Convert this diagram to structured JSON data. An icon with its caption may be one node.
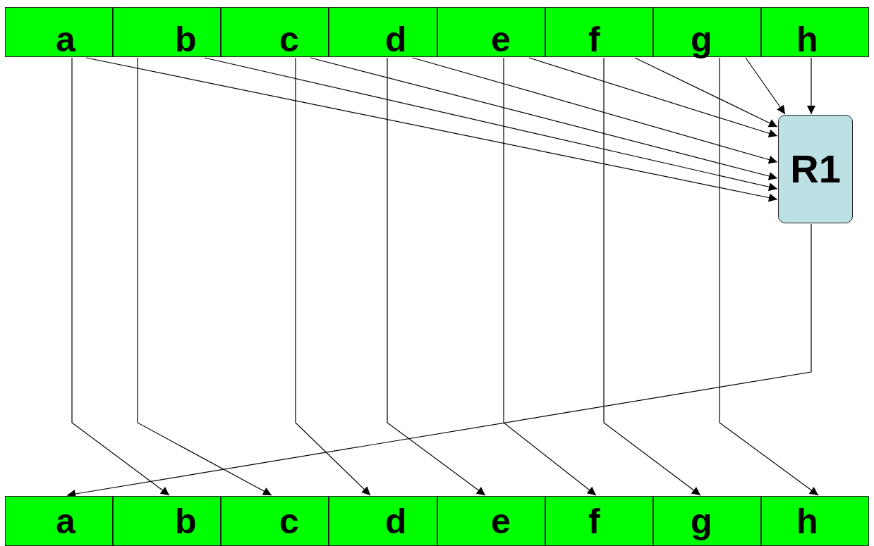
{
  "diagram": {
    "nodes": [
      {
        "text": [
          "a"
        ]
      },
      {
        "text": [
          "b"
        ]
      },
      {
        "text": [
          "c"
        ]
      },
      {
        "text": [
          "d"
        ]
      },
      {
        "text": [
          "e"
        ]
      },
      {
        "text": [
          "f"
        ]
      },
      {
        "text": [
          "g"
        ]
      },
      {
        "text": [
          "h"
        ]
      },
      {
        "text": [
          "R1"
        ]
      },
      {
        "text": [
          "a"
        ]
      },
      {
        "text": [
          "b"
        ]
      },
      {
        "text": [
          "c"
        ]
      },
      {
        "text": [
          "d"
        ]
      },
      {
        "text": [
          "e"
        ]
      },
      {
        "text": [
          "f"
        ]
      },
      {
        "text": [
          "g"
        ]
      },
      {
        "text": [
          "h"
        ]
      }
    ],
    "edges": [
      {
        "from": 0,
        "to": 8,
        "arrow": "to"
      },
      {
        "from": 1,
        "to": 8,
        "arrow": "to"
      },
      {
        "from": 2,
        "to": 8,
        "arrow": "to"
      },
      {
        "from": 3,
        "to": 8,
        "arrow": "to"
      },
      {
        "from": 4,
        "to": 8,
        "arrow": "to"
      },
      {
        "from": 5,
        "to": 8,
        "arrow": "to"
      },
      {
        "from": 6,
        "to": 8,
        "arrow": "to"
      },
      {
        "from": 7,
        "to": 8,
        "arrow": "to"
      },
      {
        "from": 0,
        "to": 10,
        "arrow": "to"
      },
      {
        "from": 1,
        "to": 11,
        "arrow": "to"
      },
      {
        "from": 2,
        "to": 12,
        "arrow": "to"
      },
      {
        "from": 3,
        "to": 13,
        "arrow": "to"
      },
      {
        "from": 4,
        "to": 14,
        "arrow": "to"
      },
      {
        "from": 5,
        "to": 15,
        "arrow": "to"
      },
      {
        "from": 6,
        "to": 16,
        "arrow": "to"
      },
      {
        "from": 8,
        "to": 9,
        "arrow": "to"
      }
    ]
  }
}
